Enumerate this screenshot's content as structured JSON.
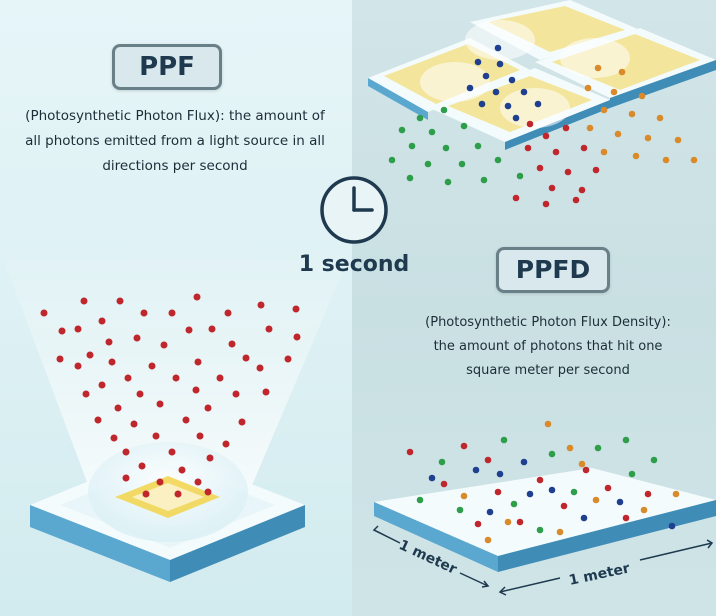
{
  "ppf": {
    "title": "PPF",
    "description_lines": [
      "(Photosynthetic Photon Flux): the amount of",
      "all photons emitted from a light source in all",
      "directions per second"
    ]
  },
  "time": {
    "label": "1 second",
    "icon": "clock-icon"
  },
  "ppfd": {
    "title": "PPFD",
    "description_lines": [
      "(Photosynthetic Photon Flux Density):",
      "the amount of photons that hit one",
      "square meter per second"
    ]
  },
  "surface": {
    "width_label": "1 meter",
    "depth_label": "1 meter"
  },
  "colors": {
    "photon_red": "#c0272d",
    "photon_green": "#2e9e4a",
    "photon_blue": "#1f3f8f",
    "photon_orange": "#d98a2b",
    "panel_blue": "#5aa7cf",
    "led_yellow": "#f2d34a",
    "title_text": "#1f3a4f"
  }
}
